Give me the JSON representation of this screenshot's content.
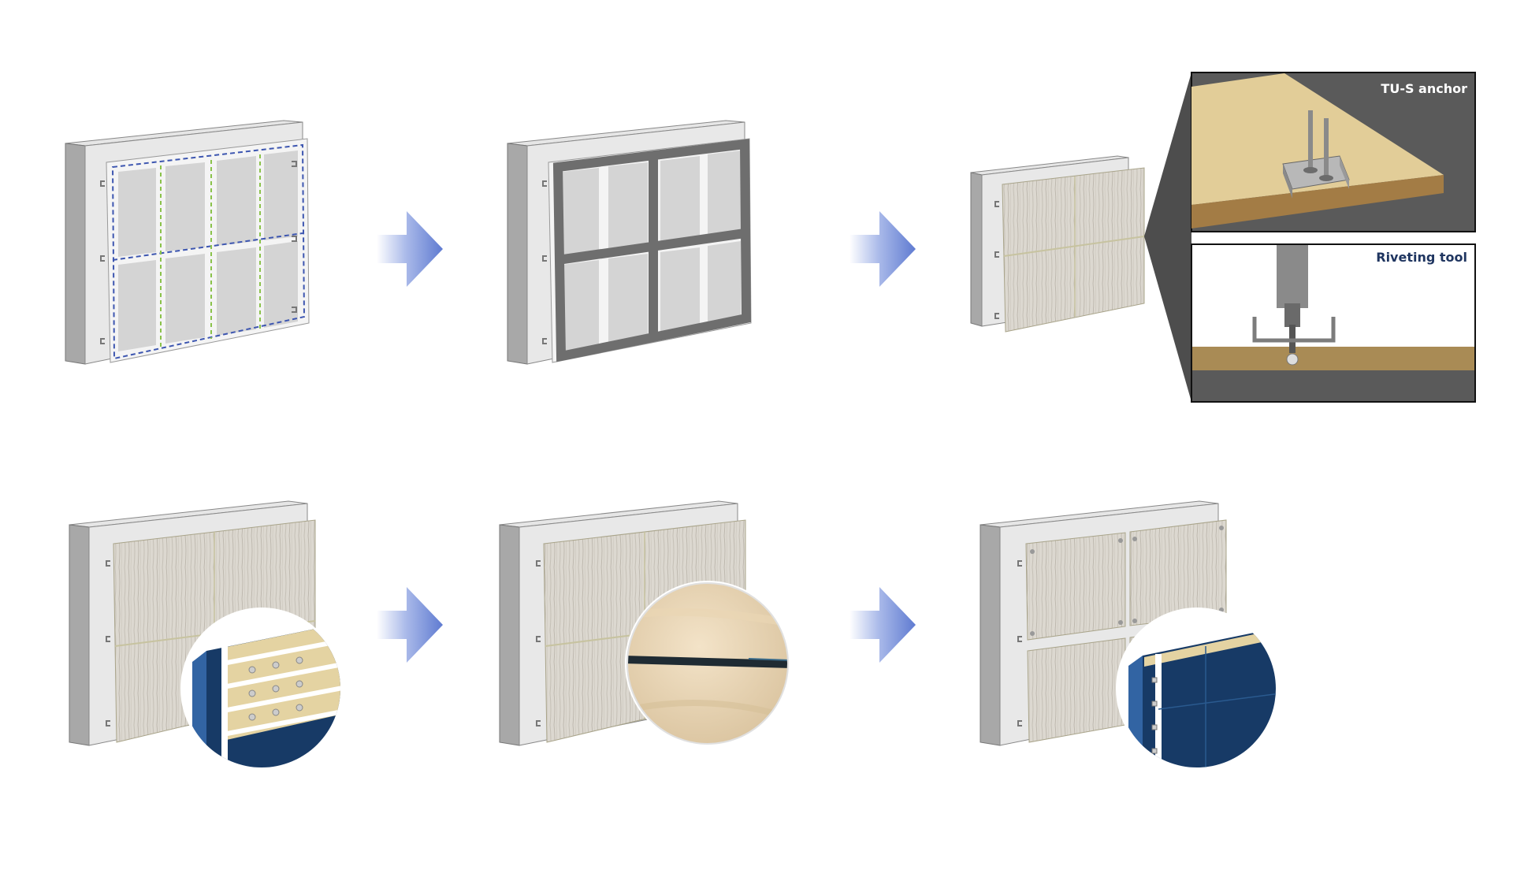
{
  "diagram": {
    "steps": [
      {
        "id": "step-1",
        "name": "frame-layout-wall"
      },
      {
        "id": "step-2",
        "name": "frame-installed-wall"
      },
      {
        "id": "step-3",
        "name": "panel-anchored-wall"
      },
      {
        "id": "step-4",
        "name": "insulation-detail-wall"
      },
      {
        "id": "step-5",
        "name": "joint-detail-wall"
      },
      {
        "id": "step-6",
        "name": "finished-wall"
      }
    ],
    "callouts": {
      "anchor_label": "TU-S anchor",
      "tool_label": "Riveting tool"
    }
  },
  "colors": {
    "arrow": "#6d86d6",
    "wall": "#cfcfcf",
    "panel": "#d8d4cc",
    "wood": "#e2cd98",
    "navy": "#173a66",
    "detail_dark": "#555555"
  }
}
